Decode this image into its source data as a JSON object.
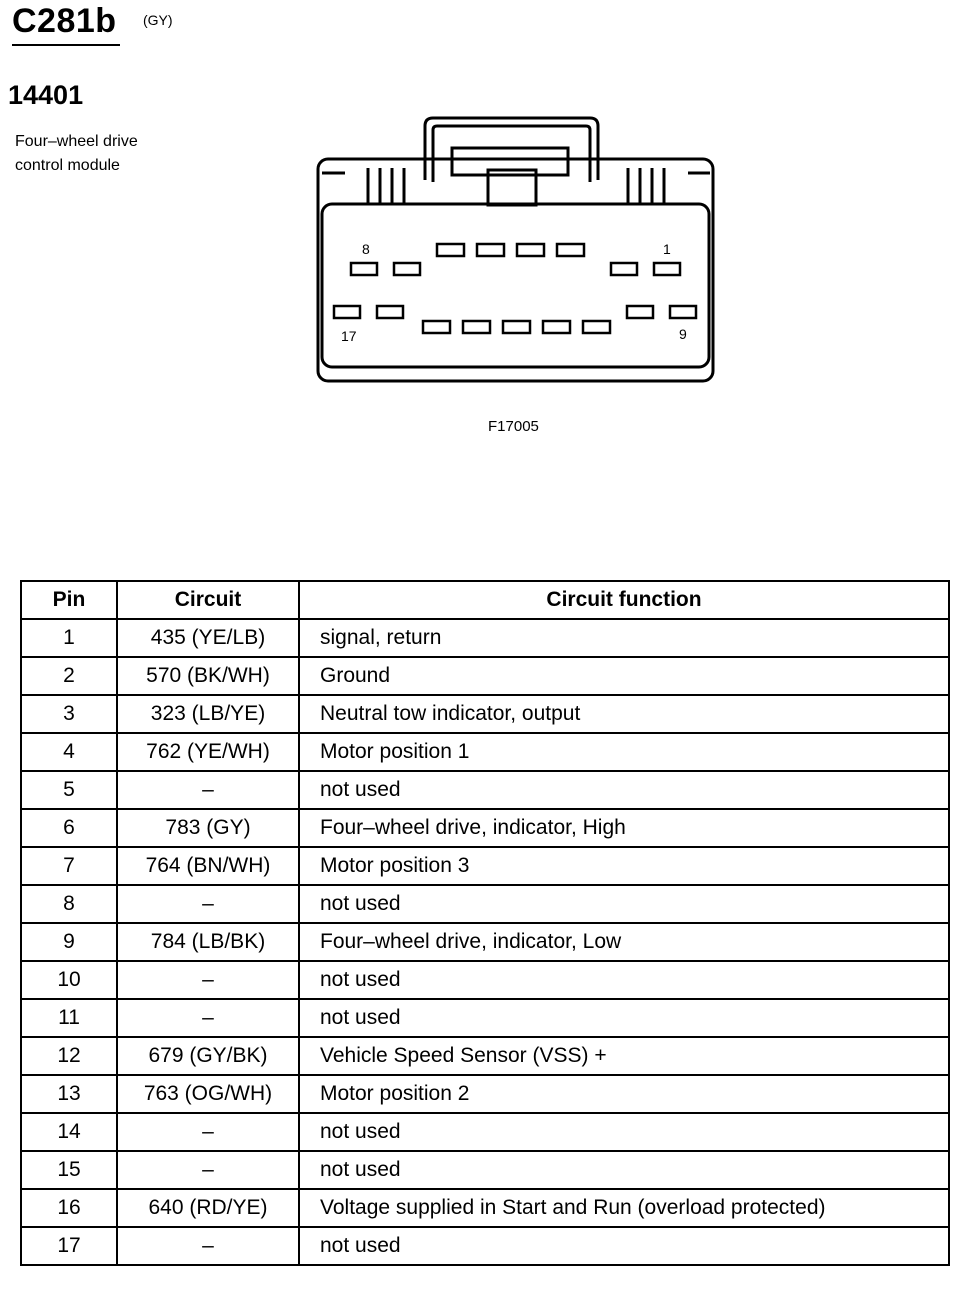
{
  "header": {
    "connector_id": "C281b",
    "color_code": "(GY)",
    "part_number": "14401",
    "description_line1": "Four–wheel drive",
    "description_line2": "control module",
    "figure_id": "F17005"
  },
  "connector": {
    "pin_labels": {
      "top_left": "8",
      "top_right": "1",
      "bottom_left": "17",
      "bottom_right": "9"
    }
  },
  "table": {
    "headers": {
      "pin": "Pin",
      "circuit": "Circuit",
      "function": "Circuit function"
    },
    "rows": [
      {
        "pin": "1",
        "circuit": "435 (YE/LB)",
        "function": "signal, return"
      },
      {
        "pin": "2",
        "circuit": "570 (BK/WH)",
        "function": "Ground"
      },
      {
        "pin": "3",
        "circuit": "323 (LB/YE)",
        "function": "Neutral tow indicator, output"
      },
      {
        "pin": "4",
        "circuit": "762 (YE/WH)",
        "function": "Motor position 1"
      },
      {
        "pin": "5",
        "circuit": "–",
        "function": "not used"
      },
      {
        "pin": "6",
        "circuit": "783 (GY)",
        "function": "Four–wheel drive, indicator, High"
      },
      {
        "pin": "7",
        "circuit": "764 (BN/WH)",
        "function": "Motor position 3"
      },
      {
        "pin": "8",
        "circuit": "–",
        "function": "not used"
      },
      {
        "pin": "9",
        "circuit": "784 (LB/BK)",
        "function": "Four–wheel drive, indicator, Low"
      },
      {
        "pin": "10",
        "circuit": "–",
        "function": "not used"
      },
      {
        "pin": "11",
        "circuit": "–",
        "function": "not used"
      },
      {
        "pin": "12",
        "circuit": "679 (GY/BK)",
        "function": "Vehicle Speed Sensor (VSS)  +"
      },
      {
        "pin": "13",
        "circuit": "763 (OG/WH)",
        "function": "Motor position  2"
      },
      {
        "pin": "14",
        "circuit": "–",
        "function": "not used"
      },
      {
        "pin": "15",
        "circuit": "–",
        "function": "not used"
      },
      {
        "pin": "16",
        "circuit": "640 (RD/YE)",
        "function": "Voltage supplied in Start and Run (overload protected)"
      },
      {
        "pin": "17",
        "circuit": "–",
        "function": "not used"
      }
    ]
  }
}
